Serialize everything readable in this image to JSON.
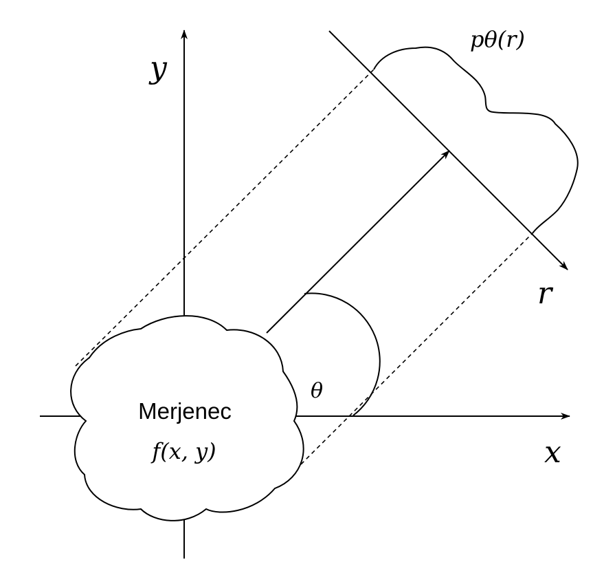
{
  "labels": {
    "y_axis": "y",
    "x_axis": "x",
    "r_axis": "r",
    "projection": "pθ(r)",
    "angle": "θ",
    "object_name": "Merjenec",
    "object_function": "f(x, y)"
  },
  "colors": {
    "stroke": "#000000",
    "background": "#ffffff"
  }
}
